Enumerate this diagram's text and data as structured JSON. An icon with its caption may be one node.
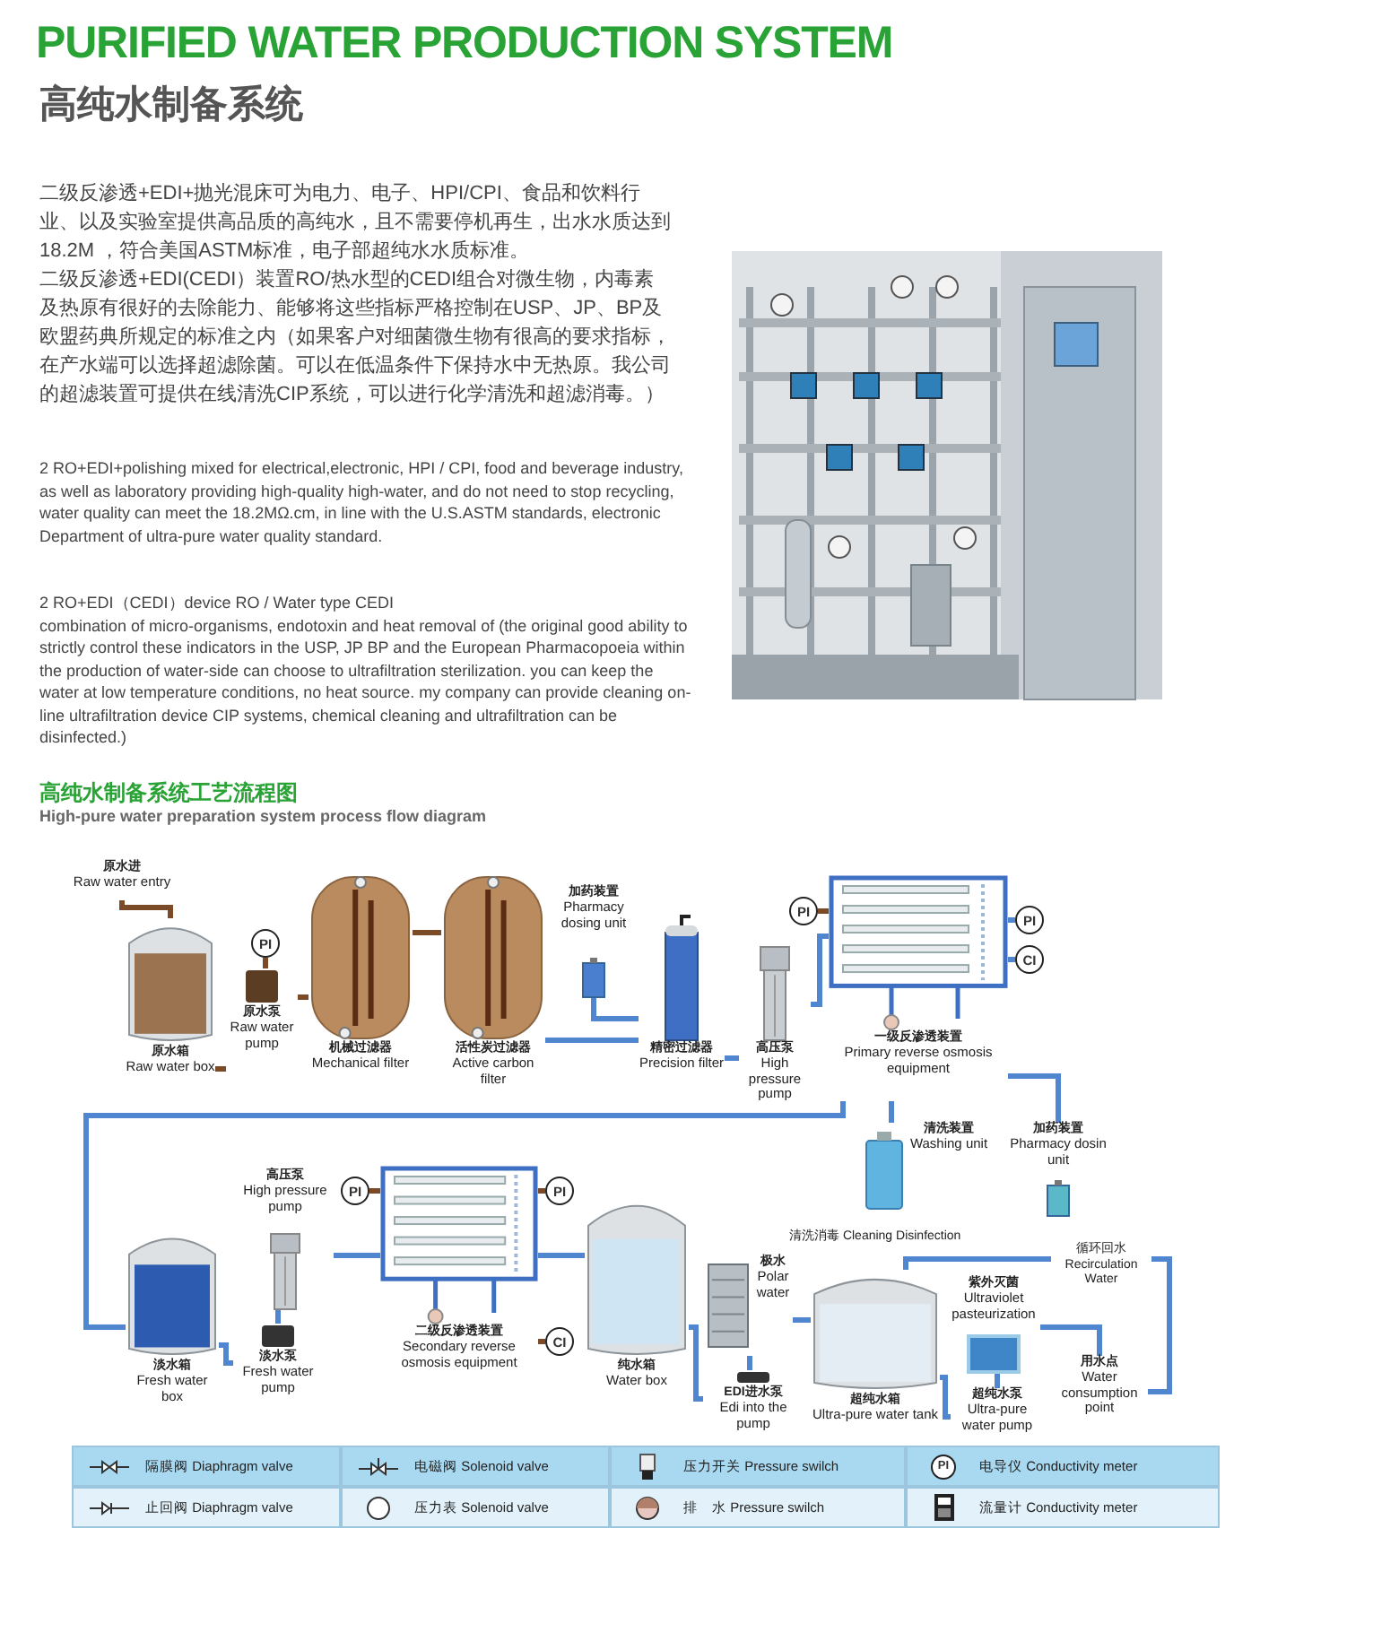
{
  "diagram": {
    "title": "PURIFIED WATER PRODUCTION SYSTEM",
    "nodes": [
      {
        "text": [
          "原水进",
          "Raw water entry"
        ]
      },
      {
        "text": [
          "原水箱",
          "Raw water box"
        ]
      },
      {
        "text": [
          "原水泵",
          "Raw water pump"
        ]
      },
      {
        "text": [
          "机械过滤器",
          "Mechanical filter"
        ]
      },
      {
        "text": [
          "活性炭过滤器",
          "Active carbon filter"
        ]
      },
      {
        "text": [
          "加药装置",
          "Pharmacy dosing unit"
        ]
      },
      {
        "text": [
          "精密过滤器",
          "Precision filter"
        ]
      },
      {
        "text": [
          "高压泵",
          "High pressure pump"
        ]
      },
      {
        "text": [
          "一级反渗透装置",
          "Primary reverse osmosis equipment"
        ]
      },
      {
        "text": [
          "清洗装置",
          "Washing unit"
        ]
      },
      {
        "text": [
          "加药装置",
          "Pharmacy dosin unit"
        ]
      },
      {
        "text": [
          "淡水箱",
          "Fresh water box"
        ]
      },
      {
        "text": [
          "淡水泵",
          "Fresh water pump"
        ]
      },
      {
        "text": [
          "高压泵",
          "High pressure pump"
        ]
      },
      {
        "text": [
          "二级反渗透装置",
          "Secondary reverse osmosis equipment"
        ]
      },
      {
        "text": [
          "纯水箱",
          "Water box"
        ]
      },
      {
        "text": [
          "EDI进水泵",
          "Edi into the pump"
        ]
      },
      {
        "text": [
          "极水",
          "Polar water"
        ]
      },
      {
        "text": [
          "超纯水箱",
          "Ultra-pure water tank"
        ]
      },
      {
        "text": [
          "紫外灭菌",
          "Ultraviolet pasteurization"
        ]
      },
      {
        "text": [
          "超纯水泵",
          "Ultra-pure water pump"
        ]
      },
      {
        "text": [
          "用水点",
          "Water consumption point"
        ]
      },
      {
        "text": [
          "PI"
        ]
      },
      {
        "text": [
          "PI"
        ]
      },
      {
        "text": [
          "PI"
        ]
      },
      {
        "text": [
          "CI"
        ]
      },
      {
        "text": [
          "PI"
        ]
      },
      {
        "text": [
          "PI"
        ]
      },
      {
        "text": [
          "CI"
        ]
      }
    ],
    "edges": [
      {
        "from": 0,
        "to": 1,
        "arrow": "none",
        "color": "#7a4b26"
      },
      {
        "from": 1,
        "to": 2,
        "arrow": "none",
        "color": "#7a4b26"
      },
      {
        "from": 2,
        "to": 3,
        "arrow": "none",
        "color": "#7a4b26"
      },
      {
        "from": 3,
        "to": 4,
        "arrow": "none",
        "color": "#7a4b26"
      },
      {
        "from": 4,
        "to": 6,
        "arrow": "none"
      },
      {
        "from": 5,
        "to": 6,
        "arrow": "none"
      },
      {
        "from": 6,
        "to": 7,
        "arrow": "none"
      },
      {
        "from": 7,
        "to": 8,
        "arrow": "none"
      },
      {
        "from": 8,
        "to": 11,
        "arrow": "none"
      },
      {
        "from": 9,
        "to": 8,
        "arrow": "none"
      },
      {
        "from": 10,
        "to": 8,
        "arrow": "none"
      },
      {
        "from": 11,
        "to": 12,
        "arrow": "none"
      },
      {
        "from": 12,
        "to": 13,
        "arrow": "none"
      },
      {
        "from": 13,
        "to": 14,
        "arrow": "none"
      },
      {
        "from": 14,
        "to": 15,
        "arrow": "none"
      },
      {
        "from": 15,
        "to": 16,
        "arrow": "none"
      },
      {
        "from": 16,
        "to": 17,
        "arrow": "none"
      },
      {
        "from": 17,
        "to": 18,
        "arrow": "none"
      },
      {
        "from": 18,
        "to": 20,
        "arrow": "none"
      },
      {
        "from": 20,
        "to": 19,
        "arrow": "none"
      },
      {
        "from": 19,
        "to": 21,
        "arrow": "none"
      },
      {
        "from": 21,
        "to": 18,
        "arrow": "none",
        "label": "循环回水 Recirculation Water"
      },
      {
        "from": 22,
        "to": 2,
        "arrow": "none",
        "color": "#7a4b26"
      },
      {
        "from": 23,
        "to": 8,
        "arrow": "none",
        "color": "#7a4b26"
      },
      {
        "from": 24,
        "to": 8,
        "arrow": "none"
      },
      {
        "from": 25,
        "to": 8,
        "arrow": "none"
      },
      {
        "from": 26,
        "to": 14,
        "arrow": "none",
        "color": "#7a4b26"
      },
      {
        "from": 27,
        "to": 14,
        "arrow": "none",
        "color": "#7a4b26"
      },
      {
        "from": 28,
        "to": 14,
        "arrow": "none",
        "color": "#7a4b26"
      }
    ],
    "labels": [
      "高纯水制备系统",
      "二级反渗透+EDI+抛光混床可为电力、电子、HPI/CPI、食品和饮料行业、以及实验室提供高品质的高纯水，且不需要停机再生，出水水质达到18.2M ，符合美国ASTM标准，电子部超纯水水质标准。",
      "二级反渗透+EDI(CEDI）装置RO/热水型的CEDI组合对微生物，内毒素及热原有很好的去除能力、能够将这些指标严格控制在USP、JP、BP及欧盟药典所规定的标准之内（如果客户对细菌微生物有很高的要求指标，在产水端可以选择超滤除菌。可以在低温条件下保持水中无热原。我公司的超滤装置可提供在线清洗CIP系统，可以进行化学清洗和超滤消毒。）",
      "2 RO+EDI+polishing mixed for electrical,electronic, HPI / CPI, food and beverage industry, as well as laboratory providing high-quality high-water, and do not need to stop recycling, water quality can meet the 18.2MΩ.cm, in line with the U.S.ASTM standards, electronic Department of ultra-pure water quality standard.",
      "2 RO+EDI（CEDI）device RO / Water type CEDI",
      "combination of micro-organisms, endotoxin and heat removal of (the original good ability to strictly control these indicators in the USP, JP BP and the European Pharmacopoeia within the production of water-side can choose to ultrafiltration sterilization. you can keep the water at low temperature conditions, no heat source. my company can provide cleaning on-line ultrafiltration device CIP systems, chemical cleaning and ultrafiltration can be disinfected.)",
      "高纯水制备系统工艺流程图",
      "High-pure water preparation system process flow diagram",
      "清洗消毒 Cleaning Disinfection",
      "PI"
    ],
    "legend": [
      {
        "text": "隔膜阀 Diaphragm valve"
      },
      {
        "text": "电磁阀 Solenoid valve"
      },
      {
        "text": "压力开关 Pressure swilch"
      },
      {
        "text": "电导仪 Conductivity meter"
      },
      {
        "text": "止回阀 Diaphragm valve"
      },
      {
        "text": "压力表 Solenoid valve"
      },
      {
        "text": "排　水 Pressure swilch"
      },
      {
        "text": "流量计 Conductivity meter"
      }
    ]
  }
}
